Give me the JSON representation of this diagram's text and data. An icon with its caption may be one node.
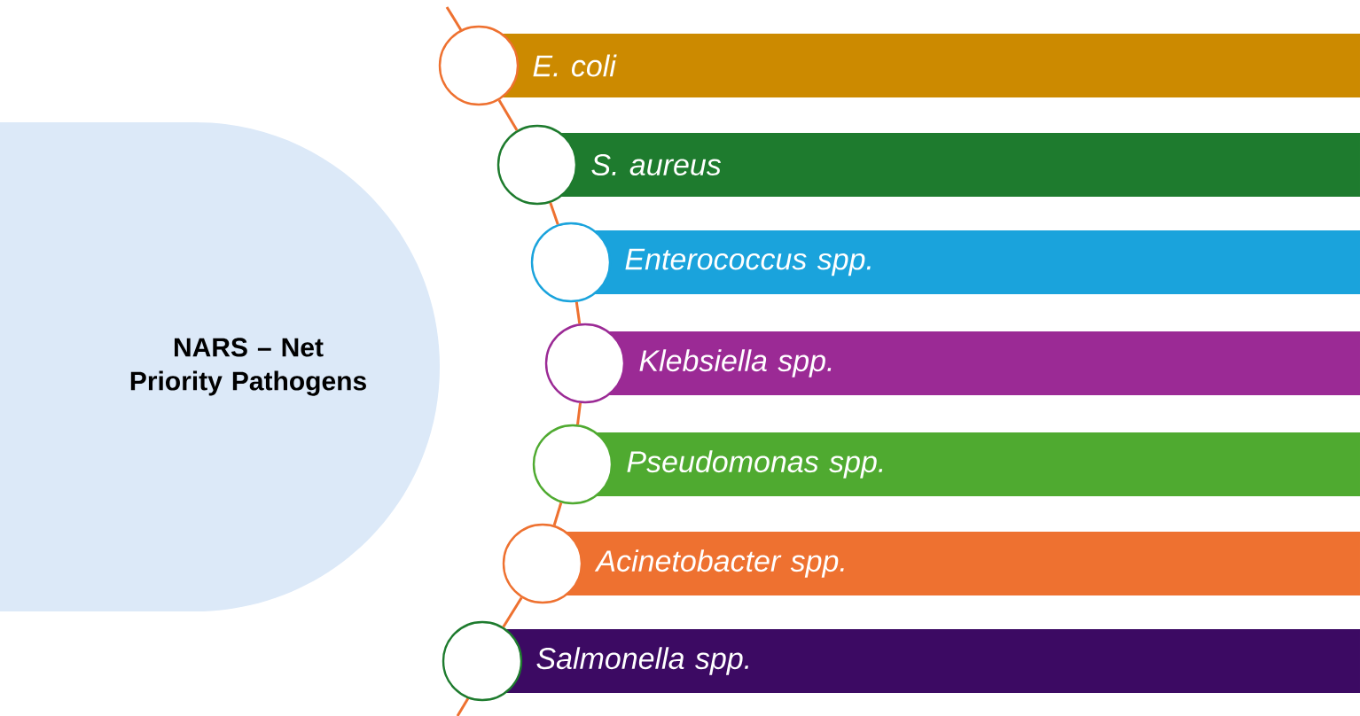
{
  "diagram": {
    "nodes": [
      {
        "text": [
          "NARS – Net Priority Pathogens"
        ]
      },
      {
        "text": [
          "*E. coli*"
        ]
      },
      {
        "text": [
          "*S. aureus*"
        ]
      },
      {
        "text": [
          "*Enterococcus* spp."
        ]
      },
      {
        "text": [
          "*Klebsiella* spp."
        ]
      },
      {
        "text": [
          "*Pseudomonas* spp."
        ]
      },
      {
        "text": [
          "*Acinetobacter* spp."
        ]
      },
      {
        "text": [
          "*Salmonella* spp."
        ]
      },
      {
        "text": [],
        "shape": "circle"
      },
      {
        "text": [],
        "shape": "circle"
      },
      {
        "text": [],
        "shape": "circle"
      },
      {
        "text": [],
        "shape": "circle"
      },
      {
        "text": [],
        "shape": "circle"
      },
      {
        "text": [],
        "shape": "circle"
      },
      {
        "text": [],
        "shape": "circle"
      }
    ],
    "edges": [
      {
        "from": 8,
        "to": 9,
        "arrow": "none"
      },
      {
        "from": 9,
        "to": 10,
        "arrow": "none"
      },
      {
        "from": 10,
        "to": 11,
        "arrow": "none"
      },
      {
        "from": 11,
        "to": 12,
        "arrow": "none"
      },
      {
        "from": 12,
        "to": 13,
        "arrow": "none"
      },
      {
        "from": 13,
        "to": 14,
        "arrow": "none"
      }
    ]
  }
}
